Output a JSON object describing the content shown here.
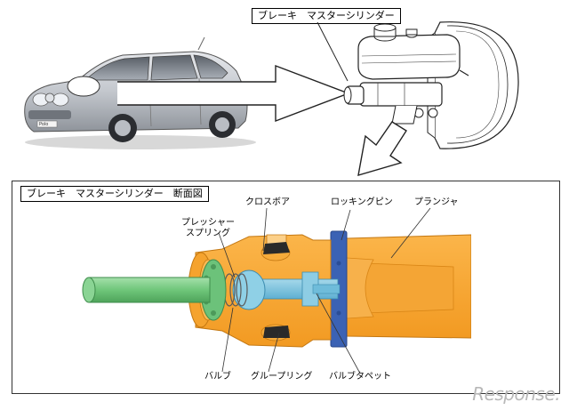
{
  "top_title": "ブレーキ　マスターシリンダー",
  "section_title": "ブレーキ　マスターシリンダー　断面図",
  "callouts": {
    "crossbore": "クロスボア",
    "pressure_spring": "プレッシャー\nスプリング",
    "locking_pin": "ロッキングピン",
    "plunger": "プランジャ",
    "valve": "バルブ",
    "groove_ring": "グループリング",
    "valve_tappet": "バルブタペット"
  },
  "car_badge": "Polo",
  "watermark": "Response.",
  "colors": {
    "piston": "#7fd08a",
    "body": "#f5a623",
    "body_light": "#fbc66a",
    "valve": "#79c3df",
    "pin": "#3a5fb0",
    "car": "#c9ccd1"
  }
}
